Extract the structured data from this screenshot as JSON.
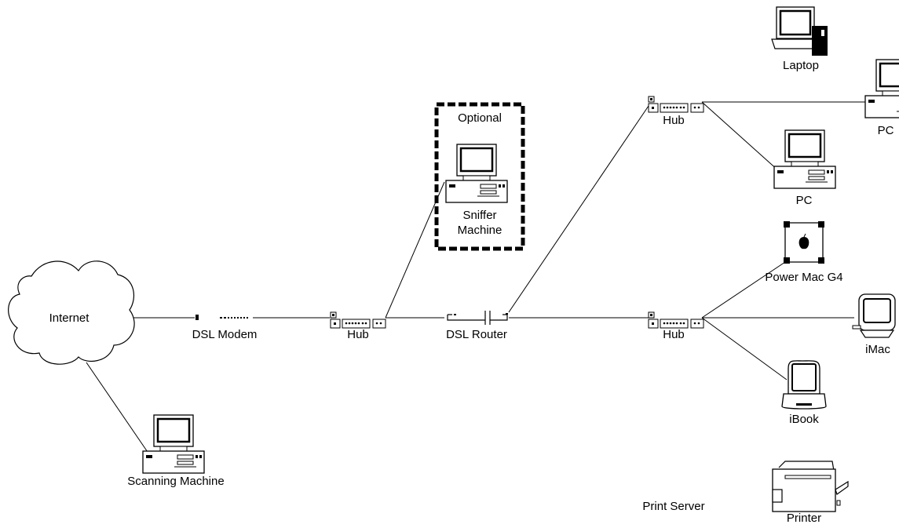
{
  "labels": {
    "internet": "Internet",
    "dsl_modem": "DSL Modem",
    "hub_main": "Hub",
    "dsl_router": "DSL Router",
    "optional": "Optional",
    "sniffer_line1": "Sniffer",
    "sniffer_line2": "Machine",
    "scanning_machine": "Scanning Machine",
    "hub_top": "Hub",
    "hub_lower": "Hub",
    "laptop": "Laptop",
    "pc_top_right": "PC",
    "pc_middle": "PC",
    "power_mac": "Power Mac G4",
    "imac": "iMac",
    "ibook": "iBook",
    "print_server": "Print Server",
    "printer": "Printer"
  },
  "colors": {
    "line": "#000000",
    "background": "#ffffff",
    "screen": "#ffffff"
  },
  "icons": [
    "cloud-icon",
    "modem-icon",
    "hub-icon",
    "router-icon",
    "desktop-pc-icon",
    "laptop-icon",
    "power-mac-icon",
    "imac-icon",
    "ibook-icon",
    "printer-icon"
  ]
}
